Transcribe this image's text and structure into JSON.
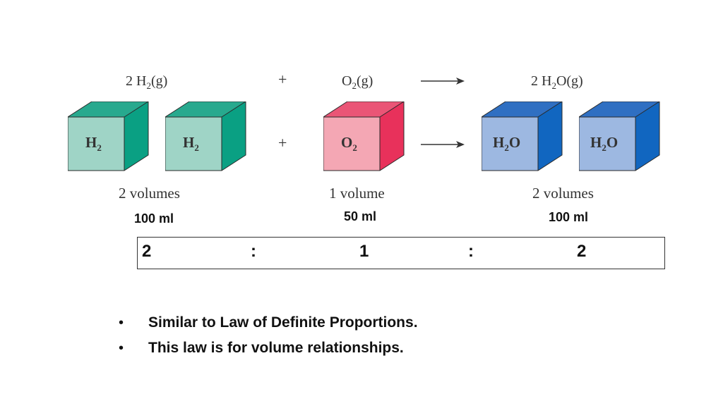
{
  "equation": {
    "reactant1": {
      "coef": "2 H",
      "sub": "2",
      "state": "(g)"
    },
    "plus": "+",
    "reactant2": {
      "prefix": "O",
      "sub": "2",
      "state": "(g)"
    },
    "product": {
      "coef": "2 H",
      "sub": "2",
      "rest": "O(g)"
    }
  },
  "cubes": {
    "h2": {
      "main": "H",
      "sub": "2",
      "front": "#9fd4c6",
      "top": "#27a98e",
      "side": "#0aa083"
    },
    "o2": {
      "main": "O",
      "sub": "2",
      "front": "#f4a7b4",
      "top": "#ea5576",
      "side": "#e8315b"
    },
    "h2o": {
      "main": "H",
      "sub": "2",
      "rest": "O",
      "front": "#9db8e1",
      "top": "#2f6fc2",
      "side": "#1166c0"
    }
  },
  "middle_plus": "+",
  "volumes": {
    "reactant1": "2 volumes",
    "reactant2": "1 volume",
    "product": "2 volumes"
  },
  "amounts": {
    "reactant1": "100 ml",
    "reactant2": "50 ml",
    "product": "100 ml"
  },
  "ratio": [
    "2",
    ":",
    "1",
    ":",
    "2"
  ],
  "bullets": [
    {
      "marker": "•",
      "text": "Similar to Law of Definite Proportions."
    },
    {
      "marker": "•",
      "text": "This law is for volume relationships."
    }
  ]
}
